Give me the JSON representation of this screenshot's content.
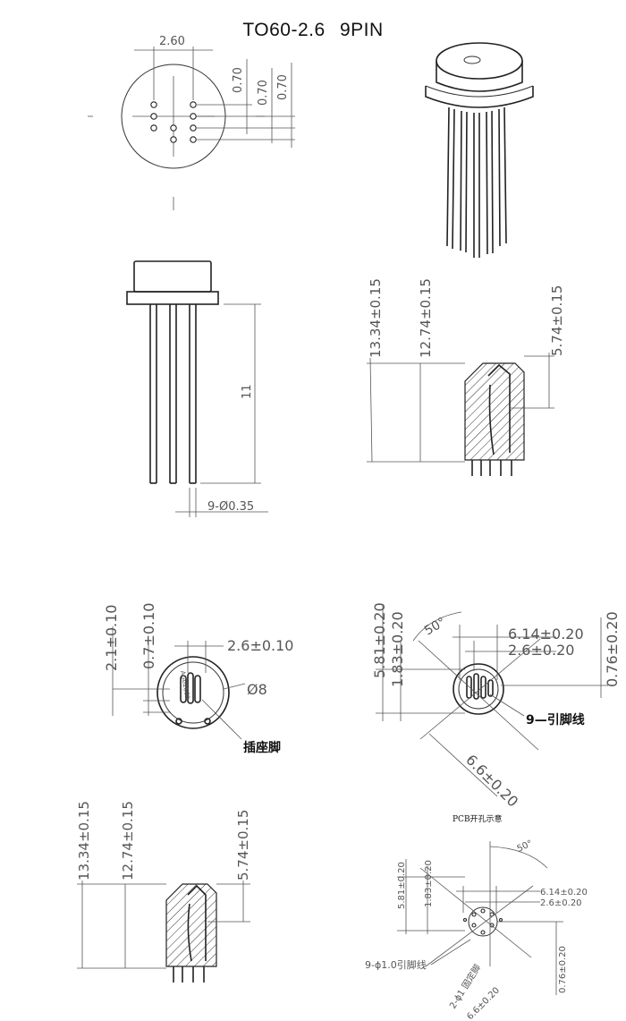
{
  "title": "TO60-2.6   9PIN",
  "top_view": {
    "pitch_label": "2.60",
    "spacing_labels": [
      "0.70",
      "0.70",
      "0.70"
    ]
  },
  "side_view": {
    "length_label": "11",
    "pin_label": "9-Ø0.35"
  },
  "section_view_1": {
    "dims": [
      "13.34±0.15",
      "12.74±0.15",
      "5.74±0.15"
    ]
  },
  "socket_view": {
    "dims": [
      "2.1±0.10",
      "0.7±0.10",
      "2.6±0.10",
      "Ø8"
    ],
    "socket_label": "插座脚",
    "marking": "AG02669"
  },
  "lead_view": {
    "dims": [
      "5.81±0.20",
      "1.83±0.20",
      "6.14±0.20",
      "2.6±0.20",
      "0.76±0.20",
      "6.6±0.20",
      "50°"
    ],
    "lead_label": "9—引脚线"
  },
  "section_view_2": {
    "dims": [
      "13.34±0.15",
      "12.74±0.15",
      "5.74±0.15"
    ]
  },
  "pcb_view": {
    "title": "PCB开孔示意",
    "dims": [
      "5.81±0.20",
      "1.83±0.20",
      "6.14±0.20",
      "2.6±0.20",
      "0.76±0.20",
      "6.6±0.20",
      "50°"
    ],
    "lead_label": "9-ϕ1.0引脚线",
    "fix_label": "2-ϕ1 固定脚"
  }
}
